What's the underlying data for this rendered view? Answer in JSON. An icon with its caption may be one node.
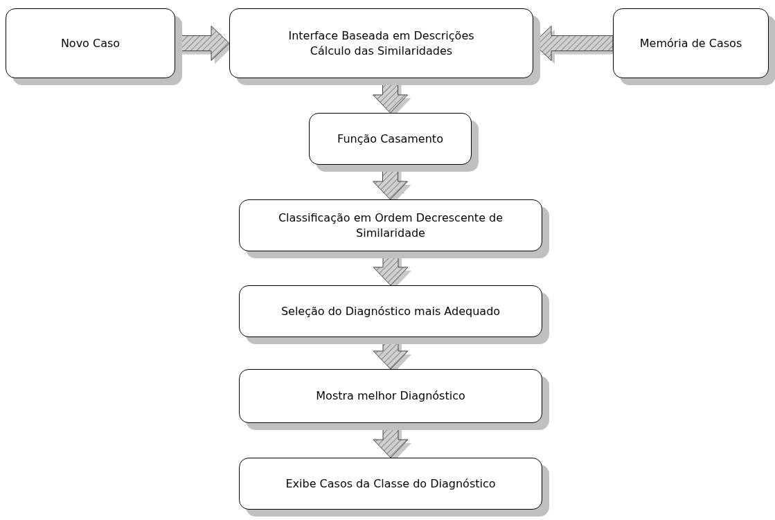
{
  "diagram": {
    "nodes": [
      {
        "text": [
          "Novo Caso"
        ]
      },
      {
        "text": [
          "Interface Baseada em Descrições",
          "Cálculo das Similaridades"
        ]
      },
      {
        "text": [
          "Memória de Casos"
        ]
      },
      {
        "text": [
          "Função Casamento"
        ]
      },
      {
        "text": [
          "Classificação em Ordem Decrescente de Similaridade"
        ]
      },
      {
        "text": [
          "Seleção do Diagnóstico mais Adequado"
        ]
      },
      {
        "text": [
          "Mostra melhor Diagnóstico"
        ]
      },
      {
        "text": [
          "Exibe Casos da Classe do Diagnóstico"
        ]
      }
    ],
    "edges": [
      {
        "from": 0,
        "to": 1,
        "arrow": "to"
      },
      {
        "from": 2,
        "to": 1,
        "arrow": "to"
      },
      {
        "from": 1,
        "to": 3,
        "arrow": "to"
      },
      {
        "from": 3,
        "to": 4,
        "arrow": "to"
      },
      {
        "from": 4,
        "to": 5,
        "arrow": "to"
      },
      {
        "from": 5,
        "to": 6,
        "arrow": "to"
      },
      {
        "from": 6,
        "to": 7,
        "arrow": "to"
      }
    ]
  }
}
